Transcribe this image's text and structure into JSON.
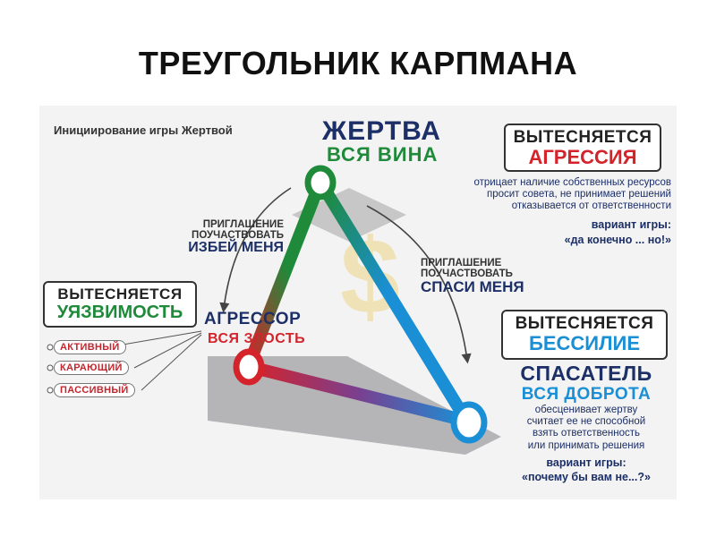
{
  "title": "ТРЕУГОЛЬНИК КАРПМАНА",
  "initiation": "Инициирование игры Жертвой",
  "victim": {
    "name": "ЖЕРТВА",
    "trait": "ВСЯ ВИНА",
    "displaced_label": "ВЫТЕСНЯЕТСЯ",
    "displaced_value": "АГРЕССИЯ",
    "desc_lines": [
      "отрицает наличие собственных ресурсов",
      "просит совета, не принимает решений",
      "отказывается от ответственности"
    ],
    "game_label": "вариант игры:",
    "game_value": "«да конечно ... но!»"
  },
  "aggressor": {
    "name": "АГРЕССОР",
    "trait": "ВСЯ ЗЛОСТЬ",
    "displaced_label": "ВЫТЕСНЯЕТСЯ",
    "displaced_value": "УЯЗВИМОСТЬ",
    "types": [
      "АКТИВНЫЙ",
      "КАРАЮЩИЙ",
      "ПАССИВНЫЙ"
    ]
  },
  "rescuer": {
    "name": "СПАСАТЕЛЬ",
    "trait": "ВСЯ ДОБРОТА",
    "displaced_label": "ВЫТЕСНЯЕТСЯ",
    "displaced_value": "БЕССИЛИЕ",
    "desc_lines": [
      "обесценивает жертву",
      "считает ее не способной",
      "взять ответственность",
      "или принимать решения"
    ],
    "game_label": "вариант игры:",
    "game_value": "«почему бы вам не...?»"
  },
  "invite_beat": {
    "l1": "ПРИГЛАШЕНИЕ",
    "l2": "ПОУЧАСТВОВАТЬ",
    "l3": "ИЗБЕЙ МЕНЯ"
  },
  "invite_save": {
    "l1": "ПРИГЛАШЕНИЕ",
    "l2": "ПОУЧАСТВОВАТЬ",
    "l3": "СПАСИ МЕНЯ"
  },
  "colors": {
    "victim": "#1f8a3a",
    "aggressor": "#d4232b",
    "rescuer": "#1a8fd6",
    "navy": "#1c2f66"
  }
}
